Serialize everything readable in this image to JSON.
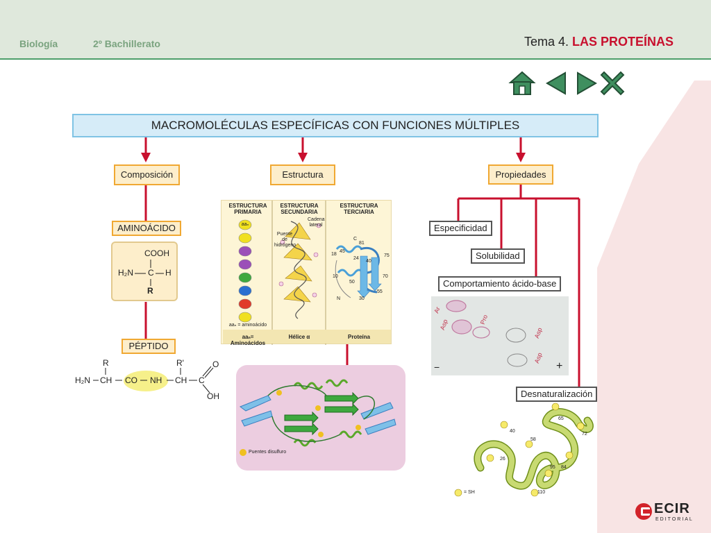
{
  "header": {
    "subject": "Biología",
    "course": "2º Bachillerato",
    "topic_prefix": "Tema 4.",
    "topic_title": "LAS PROTEÍNAS"
  },
  "nav": {
    "icons": [
      "home-icon",
      "previous-icon",
      "next-icon",
      "close-icon"
    ]
  },
  "main": {
    "title": "MACROMOLÉCULAS ESPECÍFICAS CON FUNCIONES MÚLTIPLES"
  },
  "composicion": {
    "title": "Composición",
    "aminoacido": {
      "label": "AMINOÁCIDO",
      "cooh": "COOH",
      "h2n": "H₂N",
      "c": "C",
      "h": "H",
      "r": "R"
    },
    "peptido": {
      "label": "PÉPTIDO",
      "r1": "R",
      "r2": "R'",
      "h2n": "H₂N",
      "ch1": "CH",
      "co": "CO",
      "nh": "NH",
      "ch2": "CH",
      "c": "C",
      "o": "O",
      "oh": "OH"
    }
  },
  "estructura": {
    "title": "Estructura",
    "primaria_header": "ESTRUCTURA PRIMARIA",
    "secundaria_header": "ESTRUCTURA SECUNDARIA",
    "terciaria_header": "ESTRUCTURA TERCIARIA",
    "aa_note": "aaₙ = aminoácido",
    "aa_bead": "aaₙ",
    "puente_label": "Puente de hidrógeno",
    "cadena_label": "Cadena lateral",
    "primaria_footer": "aaₙ= Aminoácidos",
    "secundaria_footer": "Hélice α",
    "terciaria_footer": "Proteína",
    "tertiary_numbers": [
      "C",
      "81",
      "18",
      "45",
      "24",
      "40",
      "75",
      "10",
      "70",
      "50",
      "55",
      "N",
      "30"
    ],
    "puentes_label": "Puentes disulfuro"
  },
  "propiedades": {
    "title": "Propiedades",
    "items": [
      "Especificidad",
      "Solubilidad",
      "Comportamiento ácido-base",
      "Desnaturalización"
    ],
    "gel_marks": {
      "minus": "−",
      "plus": "+"
    },
    "chain_numbers": [
      "65",
      "40",
      "72",
      "58",
      "26",
      "95",
      "84",
      "110"
    ],
    "sh_legend": "= SH"
  },
  "logo": {
    "name": "ECIR",
    "sub": "EDITORIAL"
  },
  "colors": {
    "accent_red": "#c8102e",
    "header_bg": "#dfe8dc",
    "title_bg": "#d6ecf8",
    "box_bg": "#fdeecb",
    "box_border": "#f0a832",
    "header_line": "#4d9e6a",
    "nav_green": "#3f8f5f"
  }
}
